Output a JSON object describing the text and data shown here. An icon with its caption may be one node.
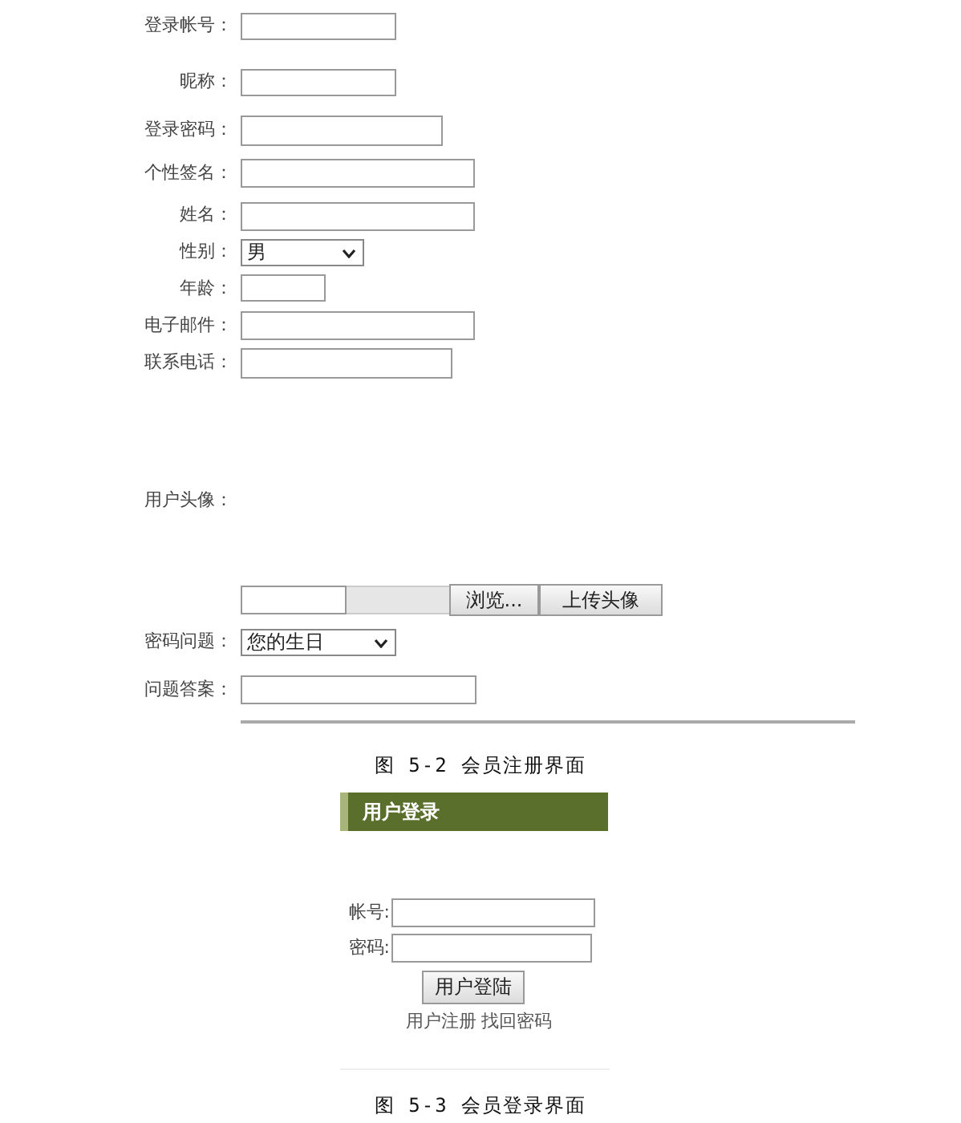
{
  "diagram": {
    "labels": [
      "登录帐号：",
      "昵称：",
      "登录密码：",
      "个性签名：",
      "姓名：",
      "性别：",
      "男",
      "年龄：",
      "电子邮件：",
      "联系电话：",
      "用户头像：",
      "浏览...",
      "上传头像",
      "密码问题：",
      "您的生日",
      "问题答案：",
      "图 5-2 会员注册界面",
      "用户登录",
      "帐号:",
      "密码:",
      "用户登陆",
      "用户注册",
      "找回密码",
      "图 5-3 会员登录界面"
    ]
  }
}
